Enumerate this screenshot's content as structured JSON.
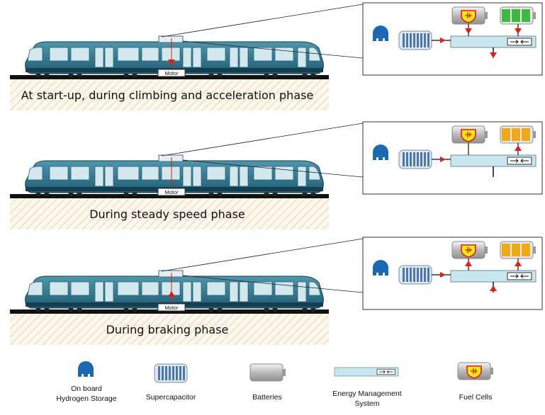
{
  "figure": {
    "motor_label": "Motor",
    "phases": [
      {
        "id": "startup",
        "caption": "At start-up, during climbing and acceleration phase",
        "battery_color": "#3fb83f",
        "fc_arrow": "down",
        "sc_arrow": "down",
        "motor_arrow": "down",
        "bus_arrow": "down"
      },
      {
        "id": "steady",
        "caption": "During steady speed phase",
        "battery_color": "#f0a818",
        "fc_arrow": "none",
        "sc_arrow": "up",
        "motor_arrow": "none",
        "bus_arrow": "none"
      },
      {
        "id": "braking",
        "caption": "During braking phase",
        "battery_color": "#f0a818",
        "fc_arrow": "up",
        "sc_arrow": "up",
        "motor_arrow": "up",
        "bus_arrow": "up"
      }
    ],
    "legend": [
      {
        "key": "hydrogen",
        "label_lines": [
          "On board",
          "Hydrogen Storage"
        ]
      },
      {
        "key": "supercap",
        "label_lines": [
          "Supercapacitor"
        ]
      },
      {
        "key": "battery",
        "label_lines": [
          "Batteries"
        ]
      },
      {
        "key": "ems",
        "label_lines": [
          "Energy Management",
          "System"
        ]
      },
      {
        "key": "fuelcell",
        "label_lines": [
          "Fuel Cells"
        ]
      }
    ]
  }
}
